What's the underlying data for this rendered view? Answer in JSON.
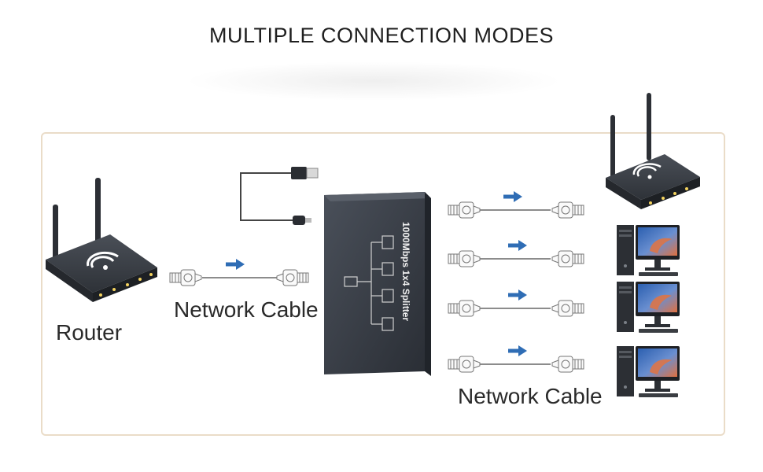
{
  "title": "MULTIPLE CONNECTION MODES",
  "labels": {
    "router": "Router",
    "network_cable_in": "Network Cable",
    "network_cable_out": "Network Cable"
  },
  "splitter": {
    "text": "1000Mbps 1x4 Splitter"
  },
  "colors": {
    "arrow": "#2f6db5",
    "device": "#3a3f47",
    "frame": "#eadcc8",
    "cable": "#666666"
  },
  "icons": [
    "router-icon",
    "usb-cable-icon",
    "ethernet-plug-icon",
    "arrow-right-icon",
    "desktop-computer-icon"
  ]
}
